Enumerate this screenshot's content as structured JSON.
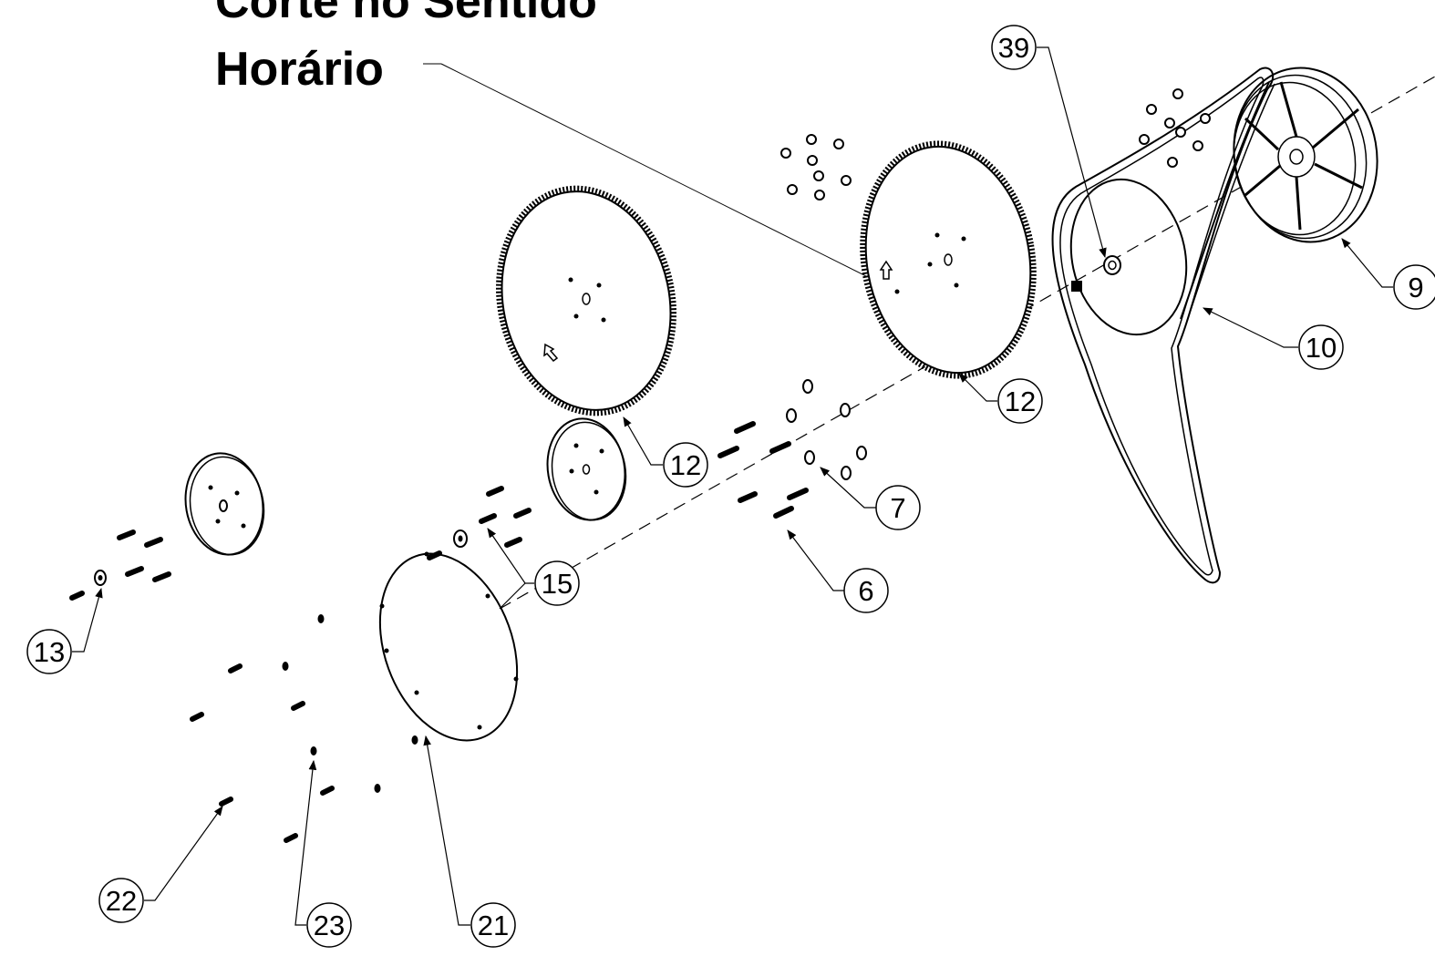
{
  "title": {
    "line1": "Corte no Sentido",
    "line2": "Horário"
  },
  "callouts": [
    {
      "id": "39",
      "label": "39"
    },
    {
      "id": "9",
      "label": "9"
    },
    {
      "id": "10",
      "label": "10"
    },
    {
      "id": "12a",
      "label": "12"
    },
    {
      "id": "12b",
      "label": "12"
    },
    {
      "id": "7",
      "label": "7"
    },
    {
      "id": "6",
      "label": "6"
    },
    {
      "id": "15",
      "label": "15"
    },
    {
      "id": "13",
      "label": "13"
    },
    {
      "id": "22",
      "label": "22"
    },
    {
      "id": "23",
      "label": "23"
    },
    {
      "id": "21",
      "label": "21"
    }
  ]
}
